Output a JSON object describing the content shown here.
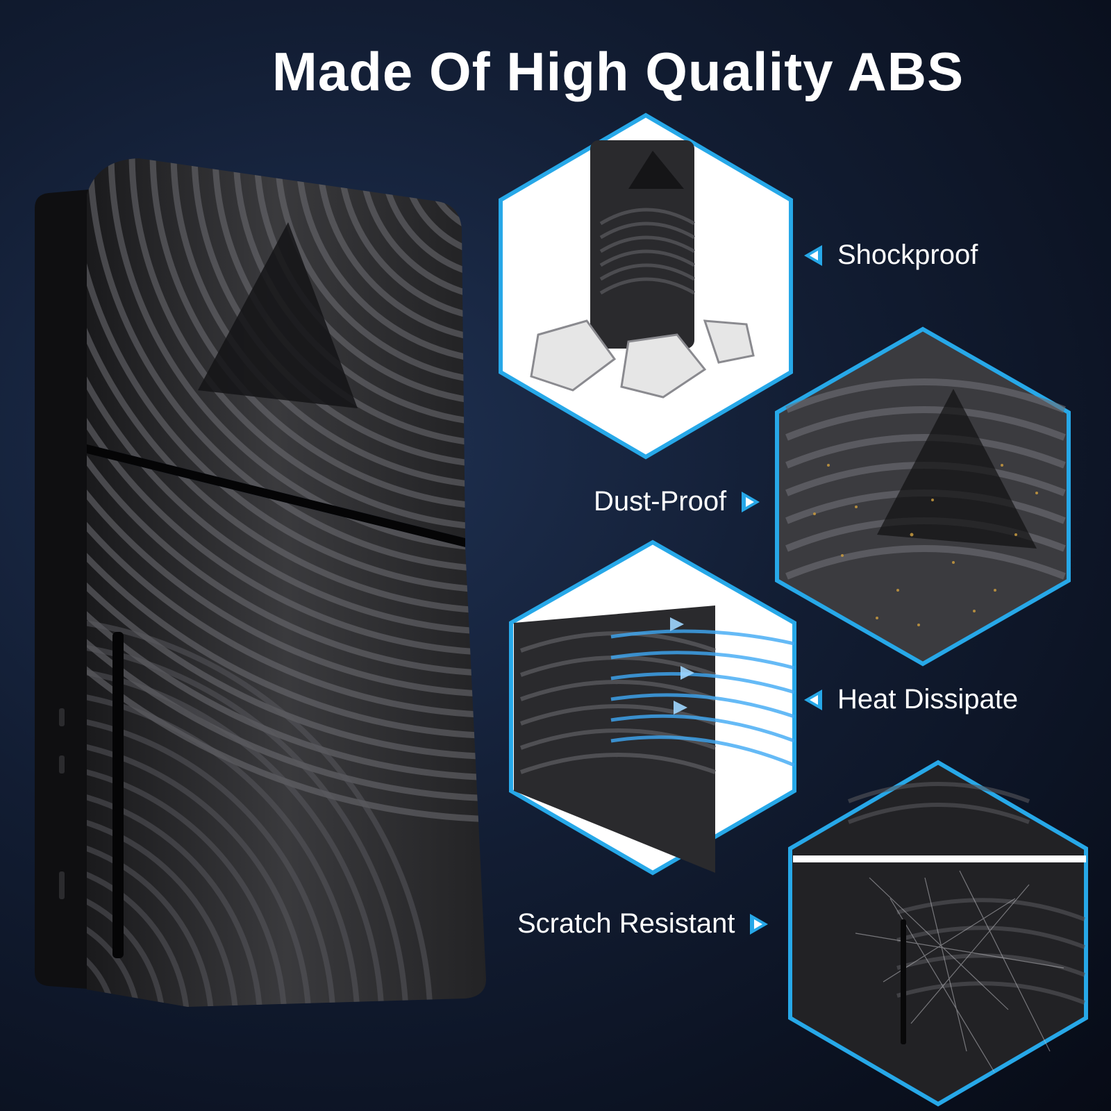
{
  "headline": "Made Of High Quality ABS",
  "features": [
    {
      "label": "Shockproof",
      "arrow": "left"
    },
    {
      "label": "Dust-Proof",
      "arrow": "right"
    },
    {
      "label": "Heat Dissipate",
      "arrow": "left"
    },
    {
      "label": "Scratch Resistant",
      "arrow": "right"
    }
  ],
  "colors": {
    "accent": "#27a8e8",
    "background": "#0d1628",
    "text": "#ffffff"
  },
  "icons": [
    "triangle-left-icon",
    "triangle-right-icon"
  ]
}
